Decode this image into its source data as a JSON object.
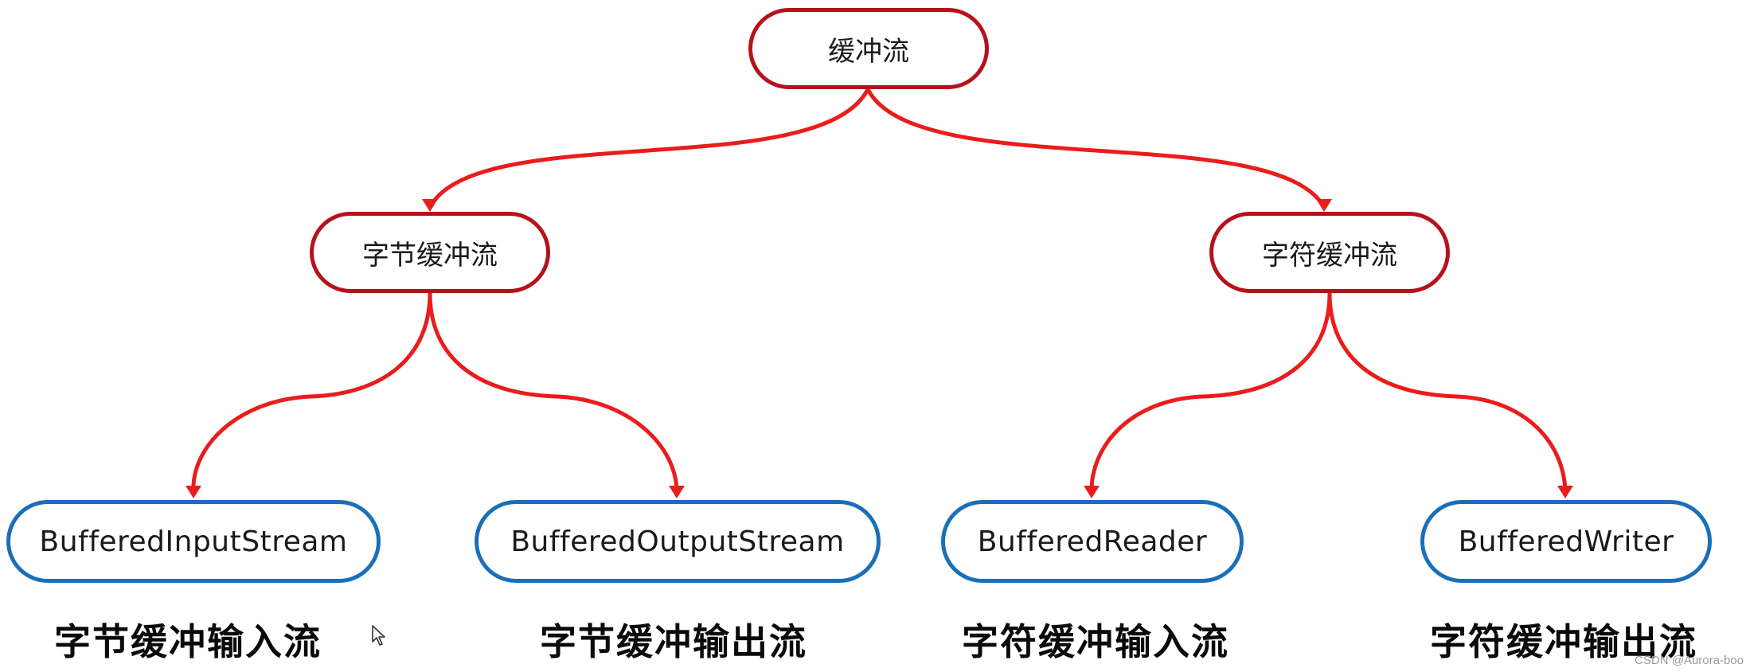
{
  "colors": {
    "edge": "#ea1c1c",
    "red_border": "#b5121b",
    "blue_border": "#1a6fb7"
  },
  "nodes": {
    "root": "缓冲流",
    "byte": "字节缓冲流",
    "char": "字符缓冲流",
    "bis": "BufferedInputStream",
    "bos": "BufferedOutputStream",
    "br": "BufferedReader",
    "bw": "BufferedWriter"
  },
  "captions": {
    "bis": "字节缓冲输入流",
    "bos": "字节缓冲输出流",
    "br": "字符缓冲输入流",
    "bw": "字符缓冲输出流"
  },
  "watermark": "CSDN @Aurora-boo",
  "cursor_icon": "mouse-pointer-icon"
}
